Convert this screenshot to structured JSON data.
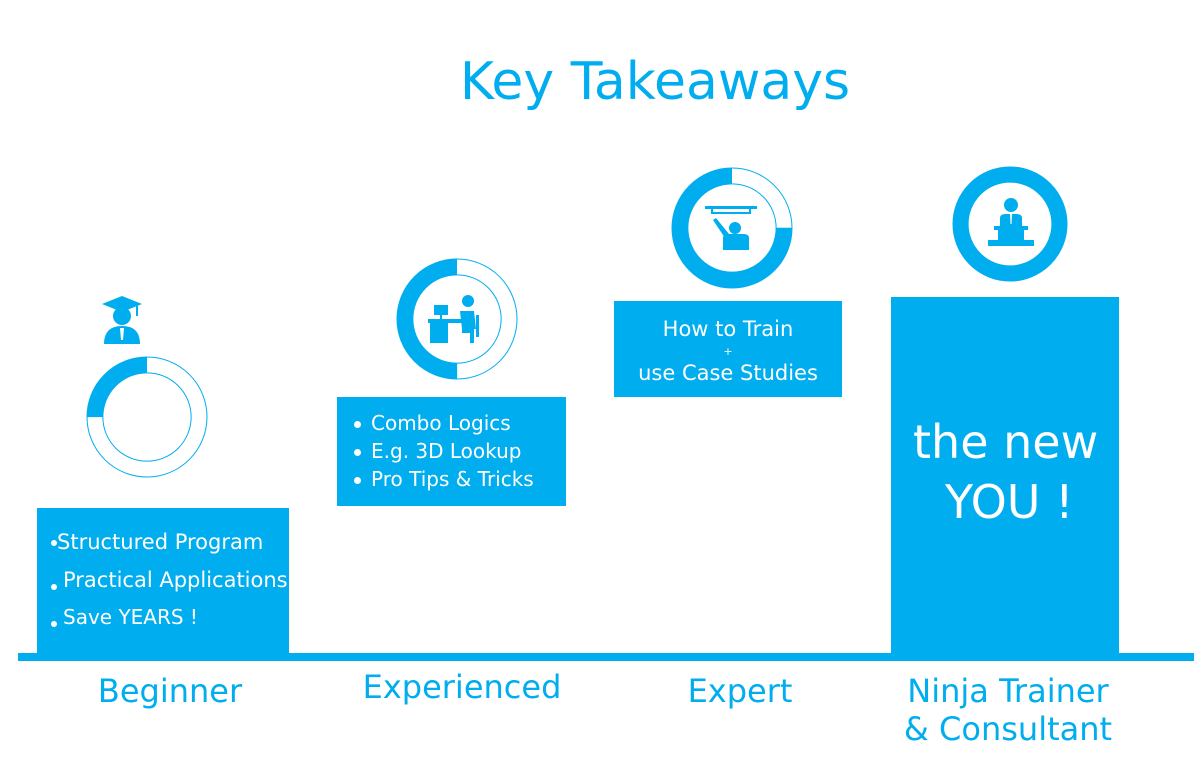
{
  "title": "Key Takeaways",
  "colors": {
    "accent": "#00adef",
    "background": "#ffffff",
    "text_on_accent": "#ffffff"
  },
  "levels": [
    {
      "label": "Beginner",
      "icon": "graduate-icon",
      "progress": 0.25,
      "bullets": [
        "Structured Program",
        "Practical Applications",
        "Save YEARS !"
      ]
    },
    {
      "label": "Experienced",
      "icon": "desk-worker-icon",
      "progress": 0.5,
      "bullets": [
        "Combo Logics",
        "E.g. 3D Lookup",
        "Pro Tips & Tricks"
      ]
    },
    {
      "label": "Expert",
      "icon": "whiteboard-presenter-icon",
      "progress": 0.75,
      "box_line1": "How to Train",
      "box_plus": "+",
      "box_line2": "use Case Studies"
    },
    {
      "label_line1": "Ninja Trainer",
      "label_line2": "& Consultant",
      "icon": "podium-speaker-icon",
      "progress": 1.0,
      "box_line1": "the new",
      "box_line2": "YOU !"
    }
  ]
}
